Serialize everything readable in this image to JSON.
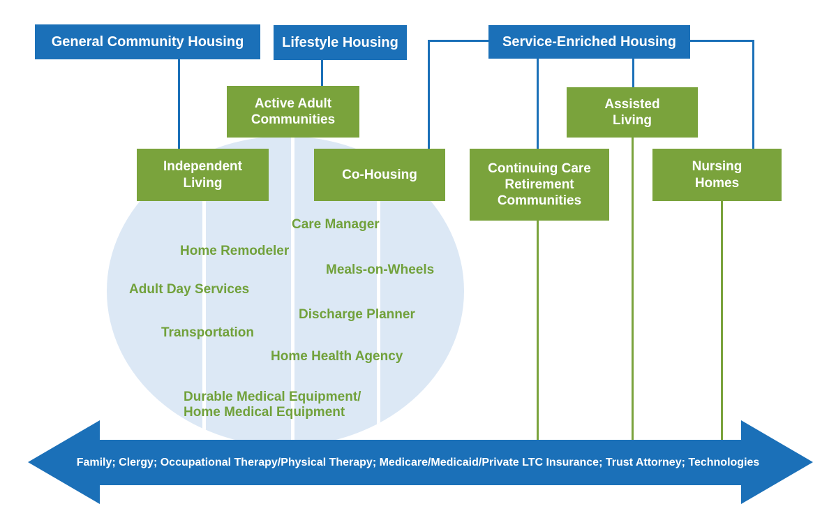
{
  "colors": {
    "blue": "#1B70B8",
    "green": "#7AA33C",
    "light_blue_circle": "#DCE8F5",
    "service_text_green": "#71A13B"
  },
  "top_boxes": {
    "general": {
      "label": "General Community Housing"
    },
    "lifestyle": {
      "label": "Lifestyle Housing"
    },
    "service_enriched": {
      "label": "Service-Enriched Housing"
    }
  },
  "housing_boxes": {
    "active_adult": {
      "label": "Active Adult\nCommunities"
    },
    "assisted_living": {
      "label": "Assisted\nLiving"
    },
    "independent_living": {
      "label": "Independent\nLiving"
    },
    "co_housing": {
      "label": "Co-Housing"
    },
    "ccrc": {
      "label": "Continuing Care\nRetirement\nCommunities"
    },
    "nursing_homes": {
      "label": "Nursing\nHomes"
    }
  },
  "services": {
    "care_manager": "Care Manager",
    "home_remodeler": "Home Remodeler",
    "meals_on_wheels": "Meals-on-Wheels",
    "adult_day_services": "Adult Day Services",
    "discharge_planner": "Discharge Planner",
    "transportation": "Transportation",
    "home_health_agency": "Home Health Agency",
    "durable_medical": "Durable Medical Equipment/\nHome Medical Equipment"
  },
  "bottom_arrow": {
    "label": "Family; Clergy; Occupational Therapy/Physical Therapy; Medicare/Medicaid/Private LTC Insurance; Trust Attorney; Technologies"
  }
}
